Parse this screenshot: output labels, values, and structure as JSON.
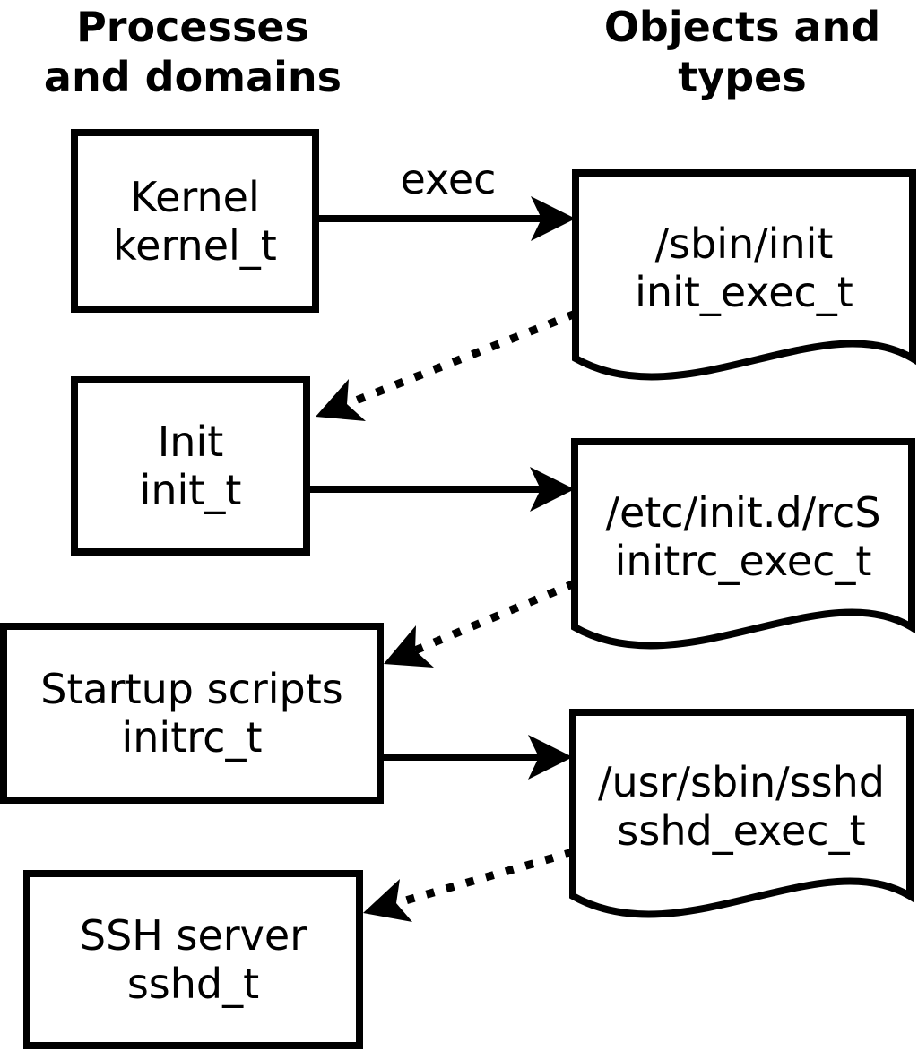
{
  "headers": {
    "left": {
      "line1": "Processes",
      "line2": "and domains"
    },
    "right": {
      "line1": "Objects and",
      "line2": "types"
    }
  },
  "process_boxes": [
    {
      "label": "Kernel",
      "type": "kernel_t"
    },
    {
      "label": "Init",
      "type": "init_t"
    },
    {
      "label": "Startup scripts",
      "type": "initrc_t"
    },
    {
      "label": "SSH server",
      "type": "sshd_t"
    }
  ],
  "object_docs": [
    {
      "path": "/sbin/init",
      "type": "init_exec_t"
    },
    {
      "path": "/etc/init.d/rcS",
      "type": "initrc_exec_t"
    },
    {
      "path": "/usr/sbin/sshd",
      "type": "sshd_exec_t"
    }
  ],
  "arrows": {
    "exec_label": "exec"
  },
  "colors": {
    "foreground": "#000000",
    "background": "#ffffff"
  }
}
